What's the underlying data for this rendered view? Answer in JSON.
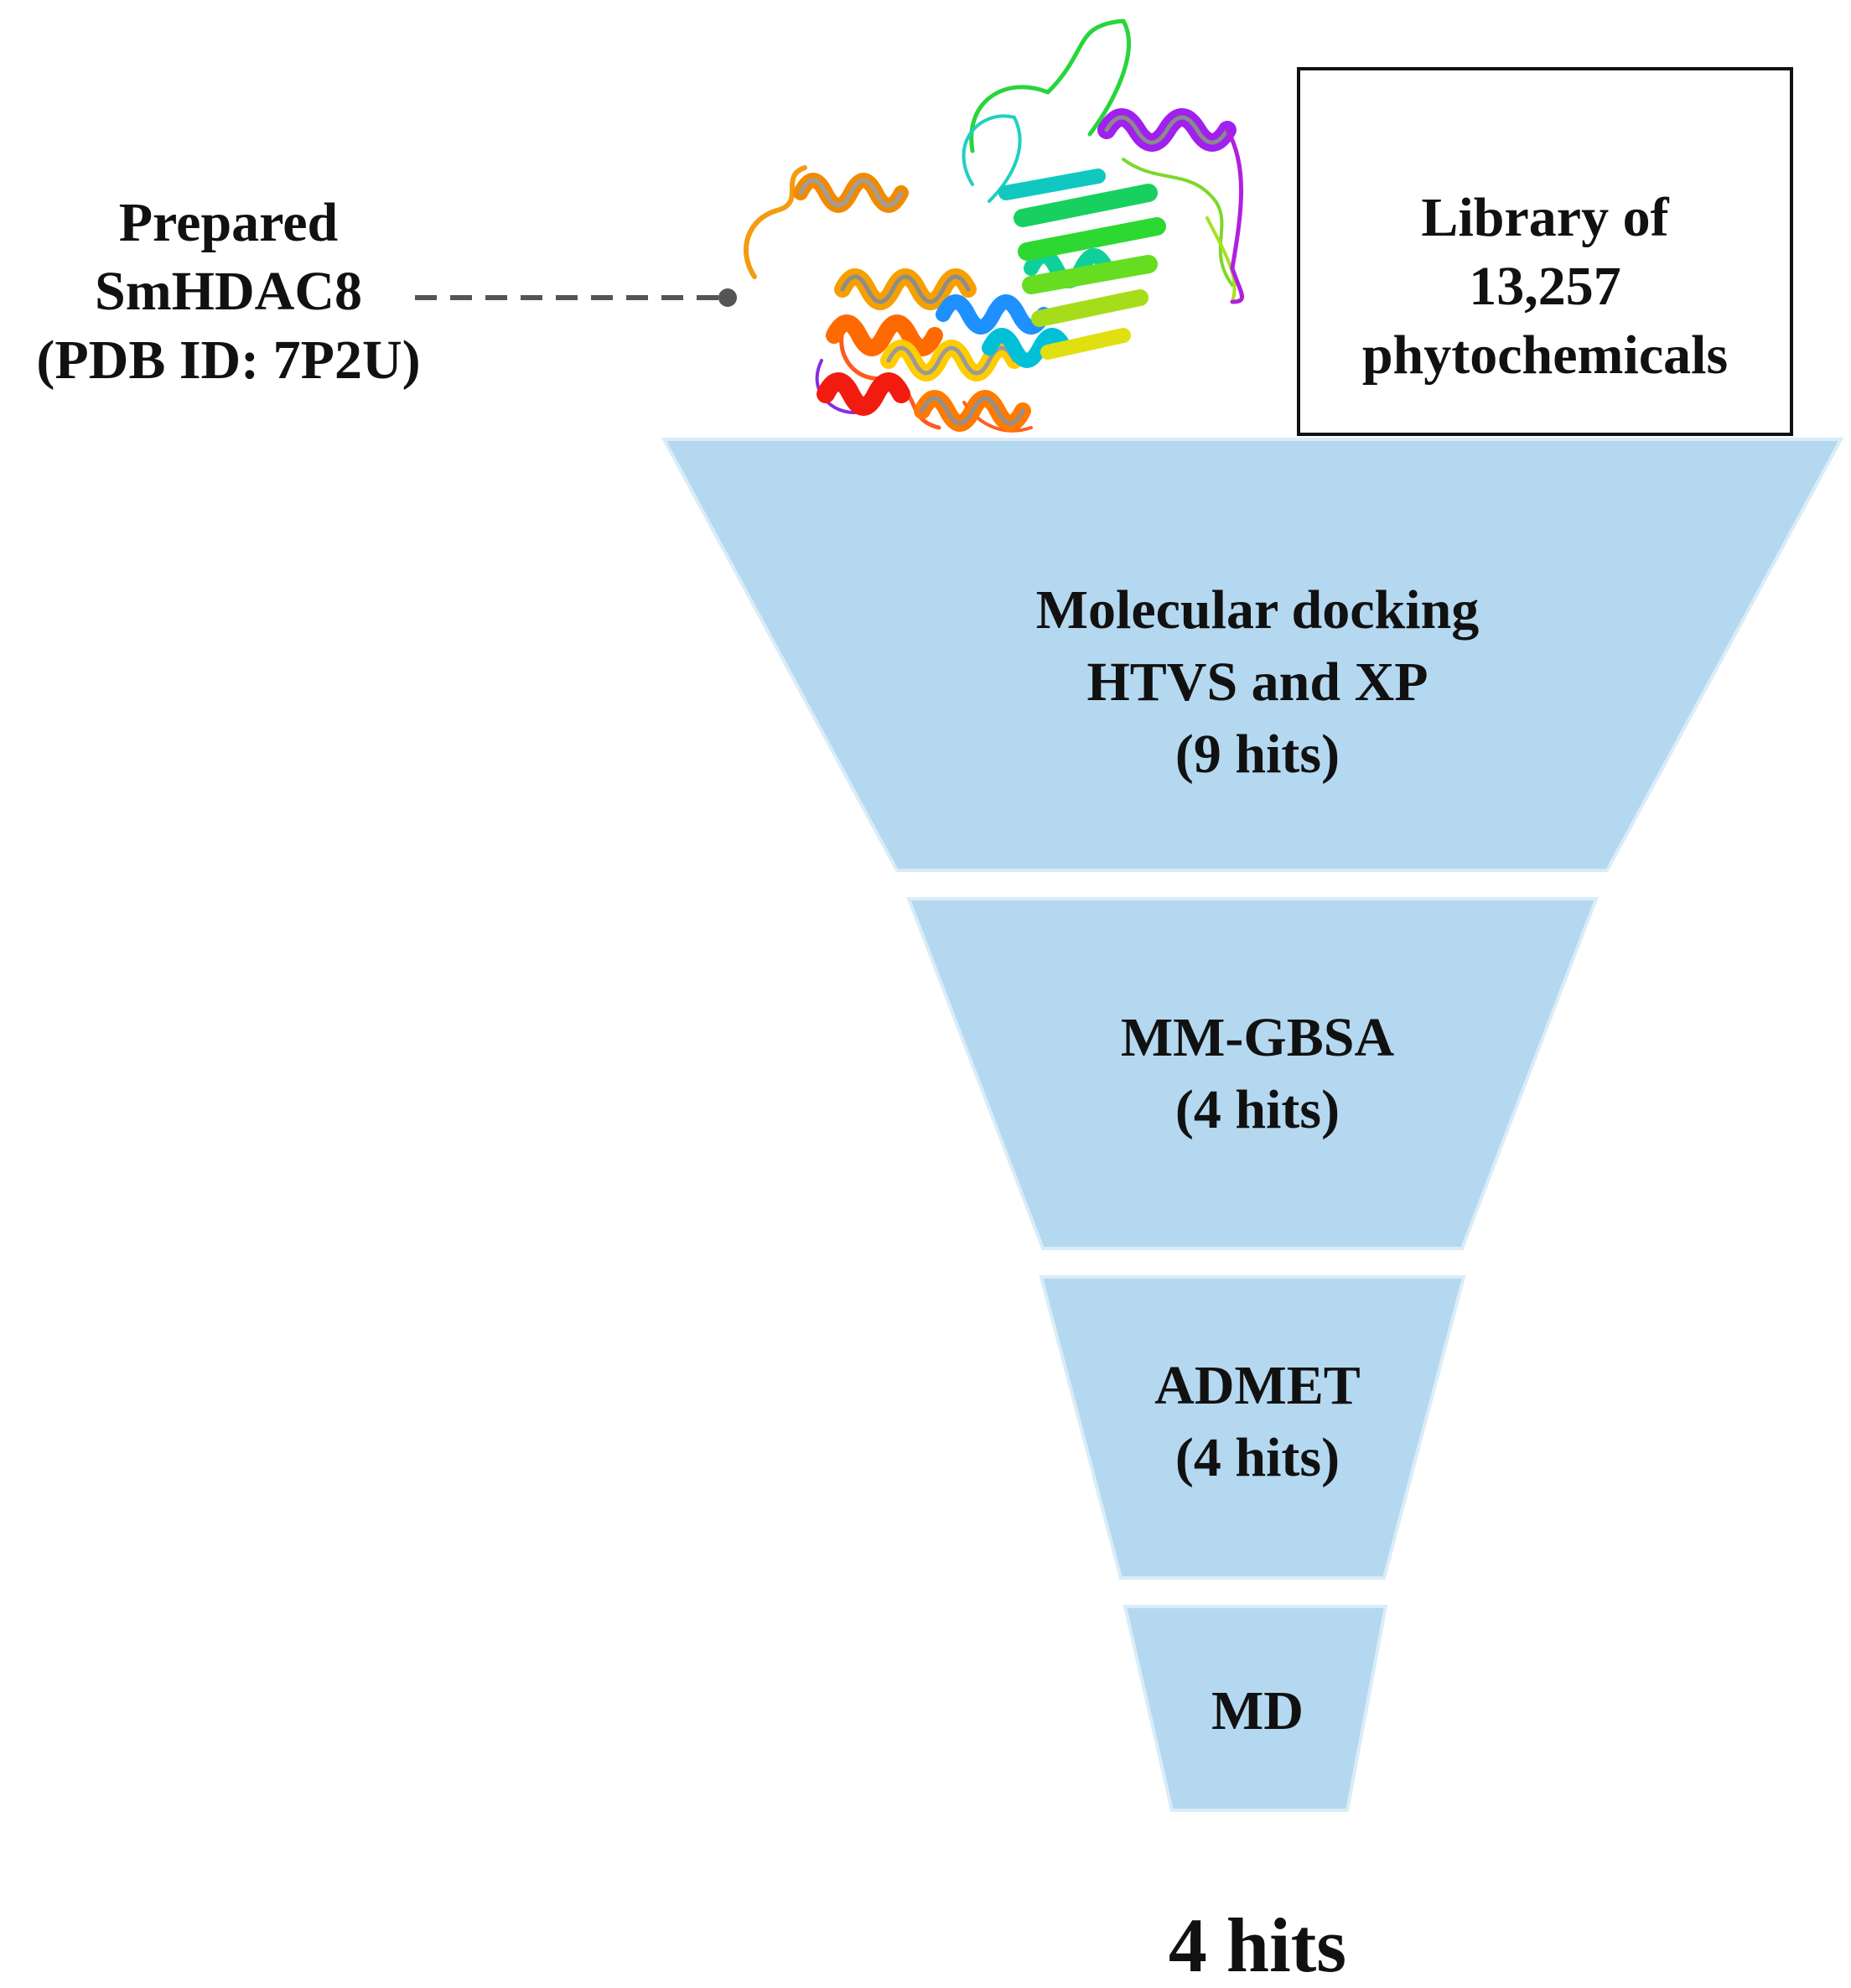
{
  "protein": {
    "label_lines": [
      "Prepared",
      "SmHDAC8",
      "(PDB ID: 7P2U)"
    ]
  },
  "library": {
    "label_lines": [
      "Library of",
      "13,257",
      "phytochemicals"
    ]
  },
  "stages": [
    {
      "lines": [
        "Molecular docking",
        "HTVS and XP",
        "(9 hits)"
      ]
    },
    {
      "lines": [
        "MM-GBSA",
        "(4 hits)"
      ]
    },
    {
      "lines": [
        "ADMET",
        "(4 hits)"
      ]
    },
    {
      "lines": [
        "MD"
      ]
    }
  ],
  "result": "4 hits",
  "colors": {
    "funnel_fill": "#b4d8ef",
    "funnel_edge": "#d9ecf8",
    "connector": "#555555"
  }
}
